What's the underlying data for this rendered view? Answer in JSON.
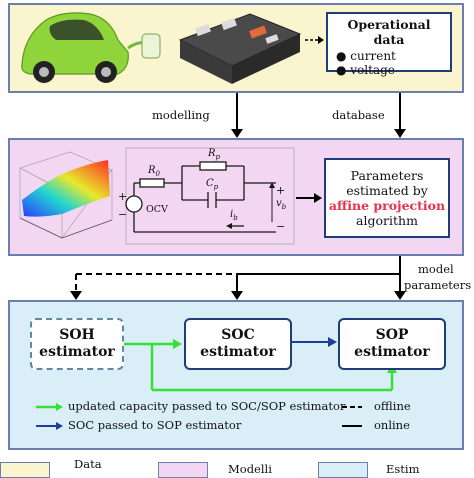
{
  "operational": {
    "title": "Operational data",
    "items": [
      "current",
      "voltage"
    ]
  },
  "arrows": {
    "modelling": "modelling",
    "database": "database",
    "model_parameters_1": "model",
    "model_parameters_2": "parameters"
  },
  "parameters": {
    "line1": "Parameters",
    "line2": "estimated by",
    "highlight": "affine projection",
    "line4": "algorithm"
  },
  "circuit": {
    "ocv": "OCV",
    "r0": "R",
    "r0_sub": "0",
    "rp": "R",
    "rp_sub": "p",
    "cp": "C",
    "cp_sub": "p",
    "ib": "i",
    "ib_sub": "b",
    "vb": "v",
    "vb_sub": "b",
    "plus": "+",
    "minus": "−",
    "plus2": "+",
    "minus2": "−"
  },
  "estimators": {
    "soh_1": "SOH",
    "soh_2": "estimator",
    "soc_1": "SOC",
    "soc_2": "estimator",
    "sop_1": "SOP",
    "sop_2": "estimator"
  },
  "legend": {
    "green_label": "updated capacity passed to SOC/SOP estimator",
    "blue_label": "SOC passed to SOP estimator",
    "offline_label": "offline",
    "online_label": "online"
  },
  "bottom_legend": {
    "data_label": "Data",
    "modelling_label": "Modelli",
    "estimation_label": "Estim"
  },
  "colors": {
    "green": "#33e033",
    "blue": "#1f3d9c",
    "highlight": "#e8304a",
    "panel_border": "#6a7fb0"
  }
}
